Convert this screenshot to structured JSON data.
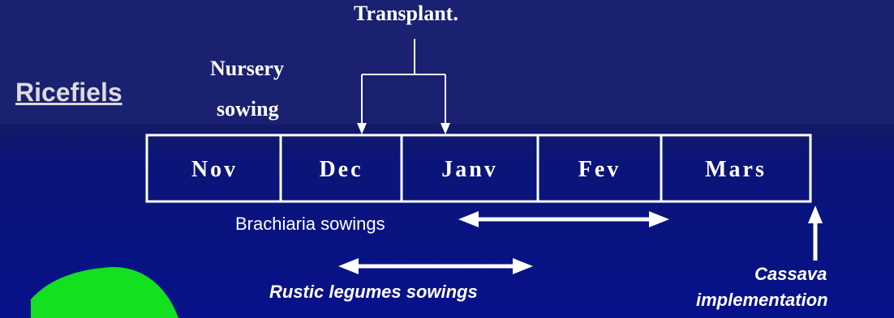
{
  "diagram": {
    "title": "Ricefiels",
    "stages": {
      "nursery_line1": "Nursery",
      "nursery_line2": "sowing",
      "transplant": "Transplant."
    },
    "months": [
      "Nov",
      "Dec",
      "Janv",
      "Fev",
      "Mars"
    ],
    "annotations": {
      "brachiaria": "Brachiaria sowings",
      "legumes": "Rustic legumes sowings",
      "cassava_line1": "Cassava",
      "cassava_line2": "implementation"
    },
    "colors": {
      "background": "#141a66",
      "text": "#ffffff",
      "leaf": "#13e01e"
    }
  }
}
